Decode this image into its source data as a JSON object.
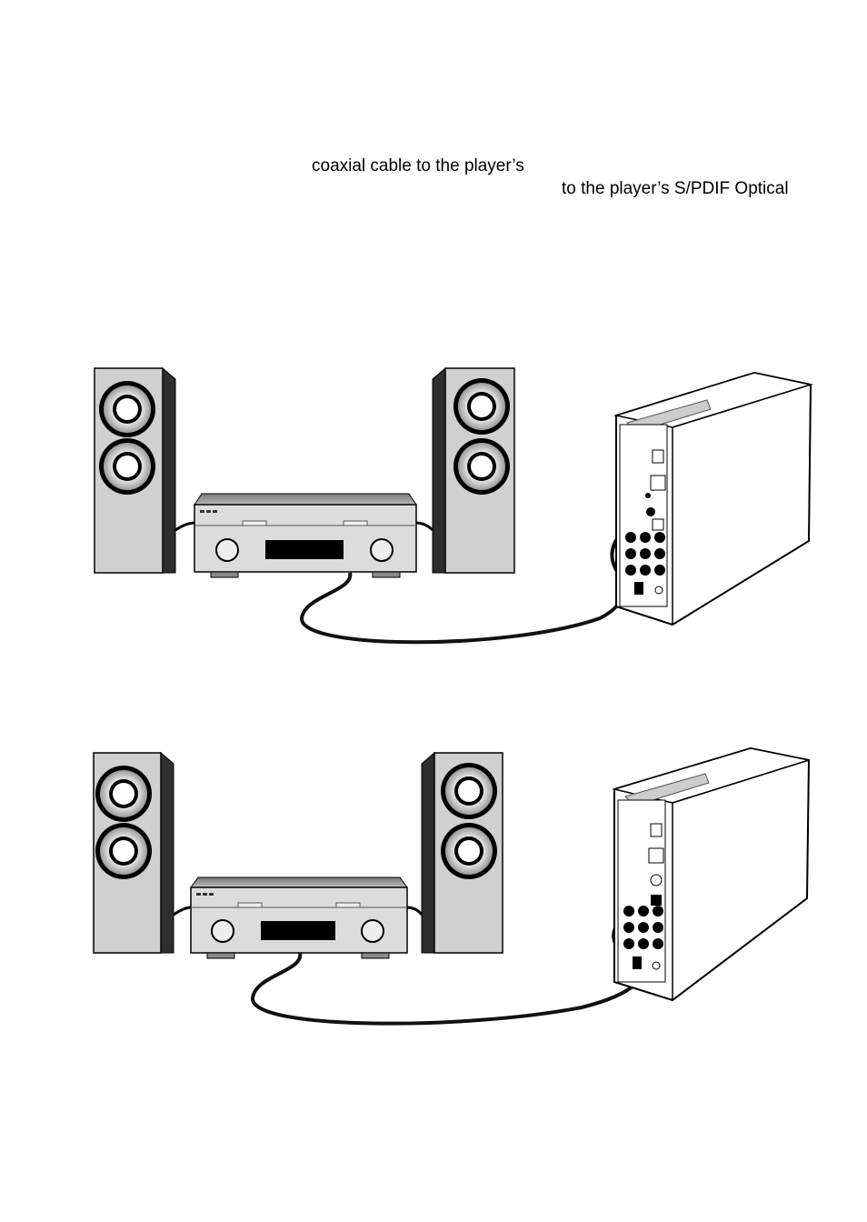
{
  "text": {
    "line1": "coaxial cable to the player’s",
    "line2": "to the player’s S/PDIF Optical"
  },
  "diagrams": [
    {
      "name": "coaxial-connection",
      "cable": "coaxial"
    },
    {
      "name": "optical-connection",
      "cable": "optical"
    }
  ],
  "colors": {
    "speaker_face": "#cfcfcf",
    "speaker_side": "#333333",
    "receiver_body": "#d9d9d9",
    "display": "#000000",
    "player_body": "#ffffff",
    "cable": "#111111"
  }
}
